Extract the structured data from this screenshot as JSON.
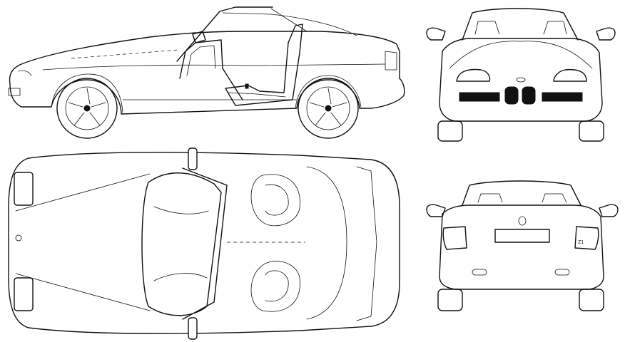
{
  "views": {
    "side": {
      "name": "side-view"
    },
    "front": {
      "name": "front-view"
    },
    "top": {
      "name": "top-view"
    },
    "rear": {
      "name": "rear-view"
    }
  },
  "rear_badge": {
    "text": "Z1"
  },
  "colors": {
    "line": "#111111",
    "background": "#ffffff"
  }
}
